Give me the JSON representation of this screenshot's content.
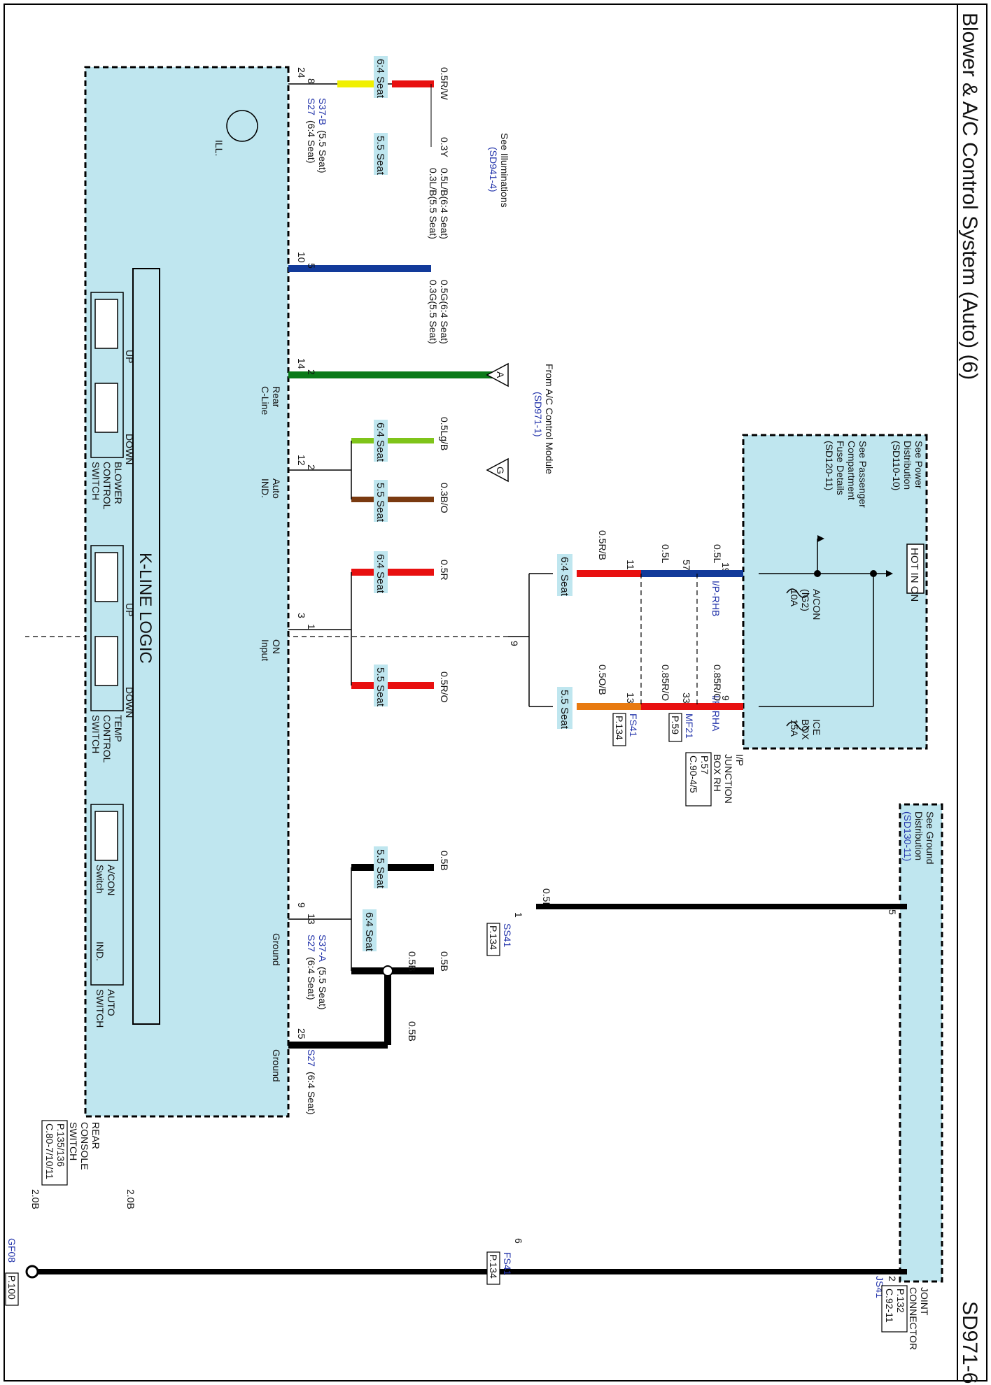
{
  "title": "Blower & A/C Control System (Auto) (6)",
  "page_code": "SD971-6",
  "hot_label": "HOT IN ON",
  "power_ref": {
    "text1": "See Power",
    "text2": "Distribution",
    "ref": "(SD110-10)"
  },
  "passenger_ref": {
    "text1": "See Passenger",
    "text2": "Compartment",
    "text3": "Fuse Details",
    "ref": "(SD120-11)"
  },
  "fuse1": {
    "name": "A/CON",
    "sub": "(IG2)",
    "amp": "10A"
  },
  "fuse2": {
    "name": "ICE",
    "sub": "BOX",
    "amp": "15A"
  },
  "ip_junction": {
    "l1": "I/P",
    "l2": "JUNCTION",
    "l3": "BOX RH",
    "page": "P.57",
    "conn": "C.90-4/5"
  },
  "ip_rhb": {
    "name": "I/P-RHB",
    "pin": "19"
  },
  "ip_rha": {
    "name": "I/P-RHA",
    "pin": "9"
  },
  "mf21": {
    "name": "MF21",
    "pin1": "57",
    "pin2": "33",
    "page": "P.59"
  },
  "fs41_top": {
    "name": "FS41",
    "pin1": "11",
    "pin2": "13",
    "page": "P.134"
  },
  "wires_top": {
    "w1": "0.5L",
    "w2": "0.85R/O",
    "w3": "0.5L",
    "w4": "0.85R/O",
    "w5": "0.5R/B",
    "w6": "0.5O/B"
  },
  "seat_64": "6:4 Seat",
  "seat_55": "5.5 Seat",
  "splice_pin": "9",
  "illum_ref": {
    "text": "See Illuminations",
    "ref": "(SD941-4)"
  },
  "from_module": {
    "text": "From A/C Control Module",
    "ref": "(SD971-1)",
    "conn_a": "A",
    "conn_g": "G"
  },
  "wire_labels": {
    "rw": "0.5R/W",
    "y": "0.3Y",
    "lb1": "0.5L/B(6:4 Seat)",
    "lb2": "0.3L/B(5.5 Seat)",
    "g1": "0.5G(6:4 Seat)",
    "g2": "0.3G(5.5 Seat)",
    "lgb": "0.5Lg/B",
    "bo": "0.3B/O",
    "r": "0.5R",
    "ro": "0.5R/O",
    "b1": "0.5B",
    "b2": "0.5B",
    "b3": "0.5B",
    "b4": "0.5B",
    "b5": "0.5B",
    "b20a": "2.0B",
    "b20b": "2.0B"
  },
  "pins": {
    "p24": "24",
    "p8": "8",
    "p10": "10",
    "p5": "5",
    "p14": "14",
    "p2": "2",
    "p12": "12",
    "p2b": "2",
    "p3": "3",
    "p1": "1",
    "p9": "9",
    "p13": "13",
    "p25": "25"
  },
  "s27_top": {
    "a": "S27",
    "a_sfx": "(6:4 Seat)",
    "b": "S37-B",
    "b_sfx": "(5.5 Seat)"
  },
  "s27_bot": {
    "a": "S27",
    "a_sfx": "(6:4 Seat)",
    "b": "S37-A",
    "b_sfx": "(5.5 Seat)"
  },
  "s27_gnd": {
    "a": "S27",
    "a_sfx": "(6:4 Seat)"
  },
  "sig_labels": {
    "ill": "ILL.",
    "rear1": "Rear",
    "rear2": "C-Line",
    "auto1": "Auto",
    "auto2": "IND.",
    "on1": "ON",
    "on2": "Input",
    "gnd1": "Ground",
    "gnd2": "Ground"
  },
  "kline": "K-LINE  LOGIC",
  "blower_sw": {
    "up": "UP",
    "down": "DOWN",
    "l1": "BLOWER",
    "l2": "CONTROL",
    "l3": "SWITCH"
  },
  "temp_sw": {
    "up": "UP",
    "down": "DOWN",
    "l1": "TEMP",
    "l2": "CONTROL",
    "l3": "SWITCH"
  },
  "auto_sw": {
    "acon1": "A/CON",
    "acon2": "Switch",
    "ind": "IND.",
    "l1": "AUTO",
    "l2": "SWITCH"
  },
  "rear_console": {
    "l1": "REAR",
    "l2": "CONSOLE",
    "l3": "SWITCH",
    "page": "P.135/136",
    "conn": "C.80-7/10/11"
  },
  "ground_ref": {
    "text1": "See Ground",
    "text2": "Distribution",
    "ref": "(SD130-11)"
  },
  "ss41": {
    "name": "SS41",
    "pin": "1",
    "page": "P.134"
  },
  "js41": {
    "name": "JS41",
    "pin1": "5",
    "pin2": "2"
  },
  "joint": {
    "l1": "JOINT",
    "l2": "CONNECTOR",
    "page": "P.132",
    "conn": "C.92-11"
  },
  "fs41_bot": {
    "name": "FS41",
    "pin": "6",
    "page": "P.134"
  },
  "gf08": {
    "name": "GF08",
    "page": "P.100"
  },
  "colors": {
    "panel": "#bfe6ef",
    "red": "#e81010",
    "yellow": "#f0f000",
    "blue": "#123a9a",
    "green": "#0a7a18",
    "lime": "#7fc41a",
    "brown": "#7a3a10",
    "orange": "#e87a10",
    "black": "#000000"
  }
}
